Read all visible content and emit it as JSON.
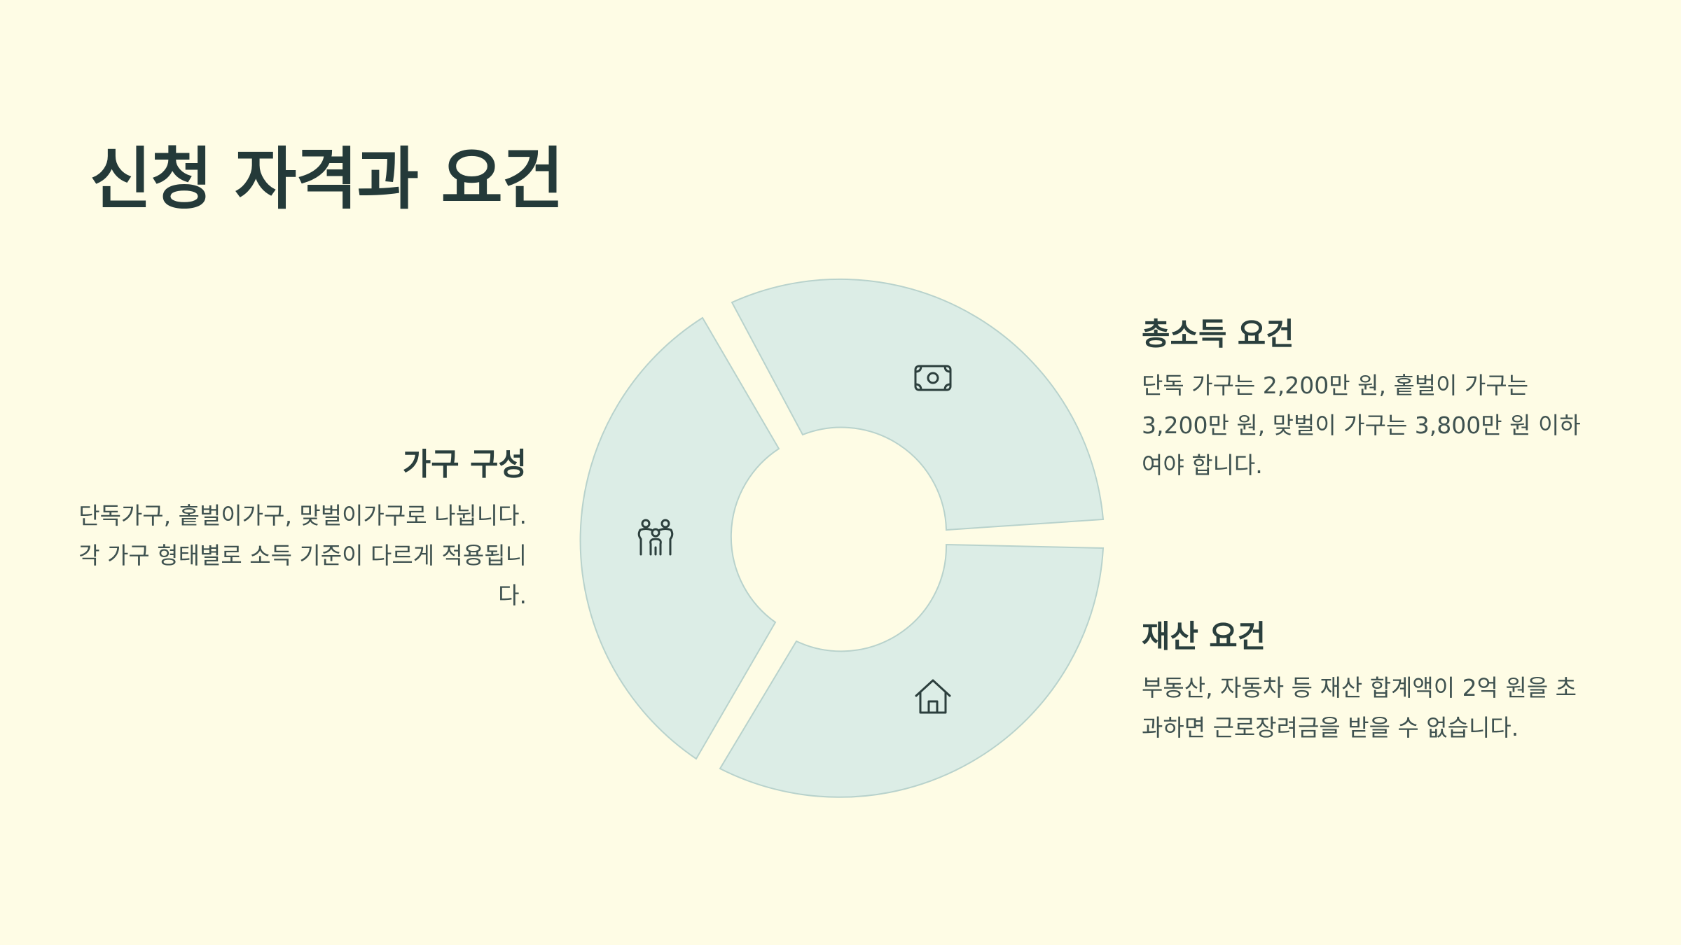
{
  "title": "신청 자격과 요건",
  "items": [
    {
      "heading": "가구 구성",
      "description": "단독가구, 홑벌이가구, 맞벌이가구로 나뉩니다. 각 가구 형태별로 소득 기준이 다르게 적용됩니다.",
      "icon": "family-icon"
    },
    {
      "heading": "총소득 요건",
      "description": "단독 가구는 2,200만 원, 홑벌이 가구는 3,200만 원, 맞벌이 가구는 3,800만 원 이하여야 합니다.",
      "icon": "money-icon"
    },
    {
      "heading": "재산 요건",
      "description": "부동산, 자동차 등 재산 합계액이 2억 원을 초과하면 근로장려금을 받을 수 없습니다.",
      "icon": "house-icon"
    }
  ],
  "colors": {
    "background": "#fefce5",
    "segment_fill": "#dcede6",
    "segment_stroke": "#b8d2cc",
    "text_dark": "#243a39"
  }
}
